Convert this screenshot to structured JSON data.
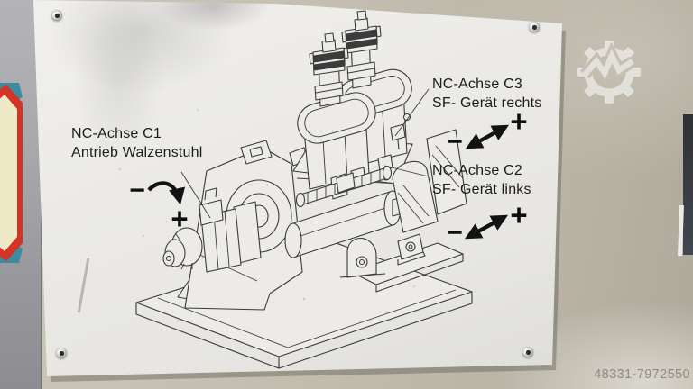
{
  "wall": {
    "photo_id": "48331-7972550"
  },
  "sign": {
    "labels": {
      "c1": {
        "title": "NC-Achse C1",
        "subtitle": "Antrieb Walzenstuhl"
      },
      "c3": {
        "title": "NC-Achse C3",
        "subtitle": "SF- Gerät rechts"
      },
      "c2": {
        "title": "NC-Achse C2",
        "subtitle": "SF- Gerät links"
      }
    },
    "direction_markers": {
      "minus": "−",
      "plus": "+"
    },
    "arrow_types": {
      "c1": "rotation",
      "c2": "linear-diagonal",
      "c3": "linear-diagonal"
    }
  },
  "icons": {
    "watermark": "gear-m-watermark-icon",
    "screws": "mounting-screw",
    "partial_sign": "octagon-warning-sign-partial"
  },
  "colors": {
    "board": "#ebeae7",
    "drawing_line": "#3a3a3a",
    "wall": "#c3beb0",
    "side_wall": "#a6a6aa",
    "octagon_red": "#d23527",
    "octagon_teal": "#3d8ba0",
    "octagon_cream": "#efe9c6",
    "id_text": "#8d8c88"
  }
}
